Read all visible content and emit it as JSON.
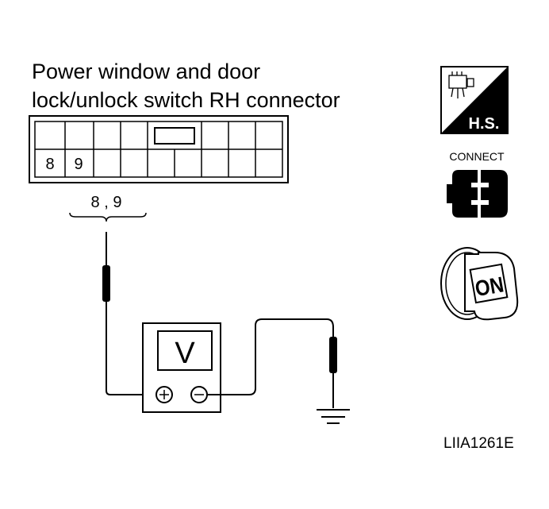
{
  "title": {
    "line1": "Power window and door",
    "line2": "lock/unlock switch RH connector"
  },
  "connector": {
    "pin_a": "8",
    "pin_b": "9",
    "probe_label": "8 , 9"
  },
  "meter": {
    "display": "V"
  },
  "icons": {
    "harness_side": "H.S.",
    "connect_label": "CONNECT",
    "ignition": "ON"
  },
  "diagram_id": "LIIA1261E"
}
